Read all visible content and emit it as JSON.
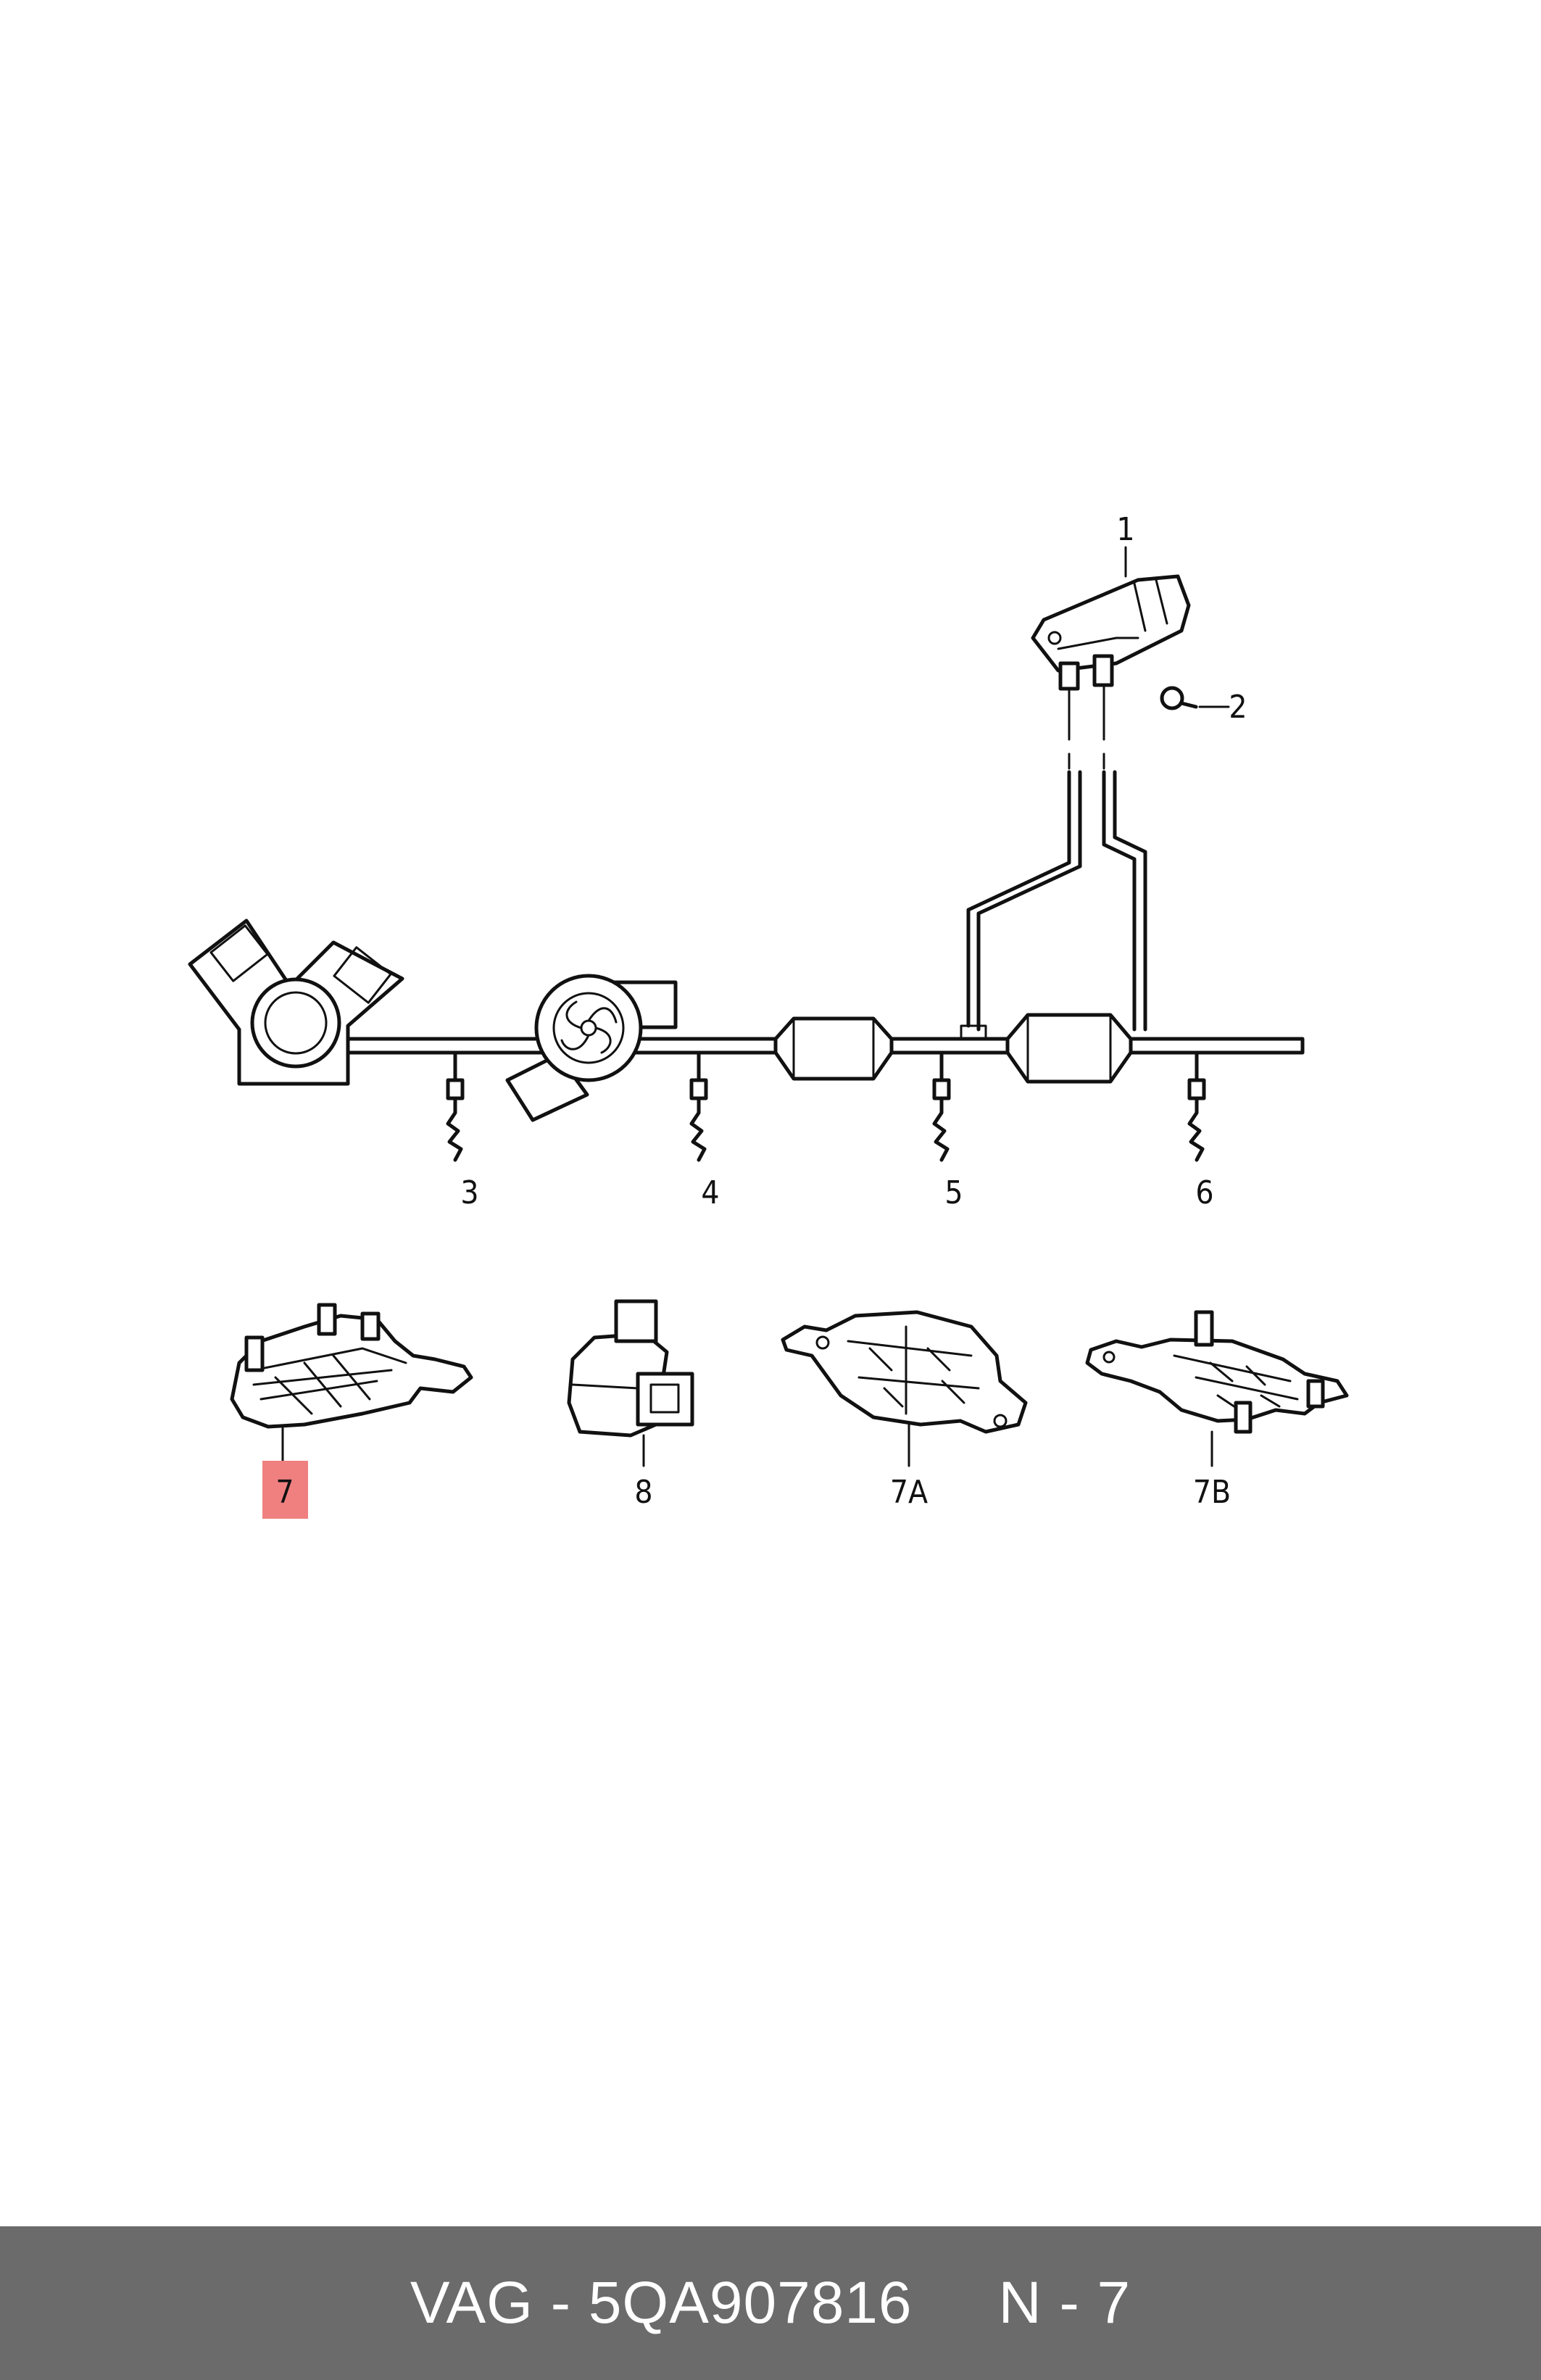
{
  "diagram": {
    "callouts": {
      "c1": "1",
      "c2": "2",
      "c3": "3",
      "c4": "4",
      "c5": "5",
      "c6": "6",
      "c7": "7",
      "c8": "8",
      "c7a": "7A",
      "c7b": "7B"
    },
    "highlighted_callout": "7",
    "highlight_color": "#f08080"
  },
  "footer": {
    "brand": "VAG",
    "separator": " - ",
    "part_number": "5QA907816",
    "position_ref": "N - 7",
    "background_color": "#6b6b6b",
    "text_color": "#ffffff"
  }
}
